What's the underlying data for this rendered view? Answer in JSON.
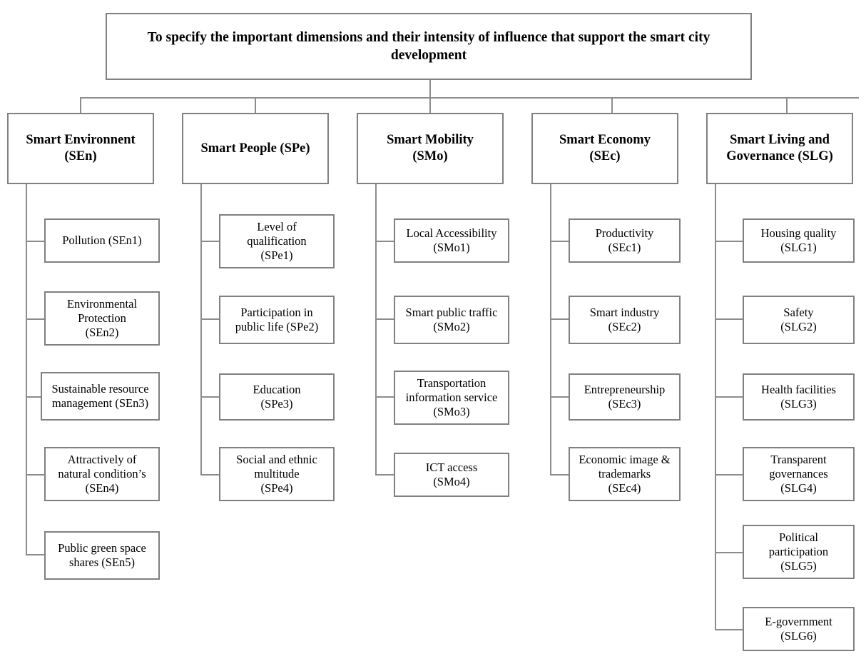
{
  "diagram": {
    "title_text": "To specify the important dimensions and their intensity of influence that support the smart city development",
    "line_color": "#8c8c8c",
    "border_color": "#808080",
    "background": "#ffffff",
    "text_color": "#000000"
  },
  "root": {
    "label": "To specify the important dimensions and their intensity of influence that support the smart city development"
  },
  "categories": [
    {
      "code": "SEn",
      "label": "Smart Environnent\n(SEn)",
      "children": [
        {
          "code": "SEn1",
          "label": "Pollution (SEn1)"
        },
        {
          "code": "SEn2",
          "label": "Environmental\nProtection\n(SEn2)"
        },
        {
          "code": "SEn3",
          "label": "Sustainable resource\nmanagement (SEn3)"
        },
        {
          "code": "SEn4",
          "label": "Attractively of\nnatural condition’s\n(SEn4)"
        },
        {
          "code": "SEn5",
          "label": "Public green space\nshares (SEn5)"
        }
      ]
    },
    {
      "code": "SPe",
      "label": "Smart People (SPe)",
      "children": [
        {
          "code": "SPe1",
          "label": "Level of\nqualification\n(SPe1)"
        },
        {
          "code": "SPe2",
          "label": "Participation in\npublic life (SPe2)"
        },
        {
          "code": "SPe3",
          "label": "Education\n(SPe3)"
        },
        {
          "code": "SPe4",
          "label": "Social and ethnic\nmultitude\n(SPe4)"
        }
      ]
    },
    {
      "code": "SMo",
      "label": "Smart Mobility\n(SMo)",
      "children": [
        {
          "code": "SMo1",
          "label": "Local Accessibility\n(SMo1)"
        },
        {
          "code": "SMo2",
          "label": "Smart public traffic\n(SMo2)"
        },
        {
          "code": "SMo3",
          "label": "Transportation\ninformation service\n(SMo3)"
        },
        {
          "code": "SMo4",
          "label": "ICT access\n(SMo4)"
        }
      ]
    },
    {
      "code": "SEc",
      "label": "Smart Economy\n(SEc)",
      "children": [
        {
          "code": "SEc1",
          "label": "Productivity\n(SEc1)"
        },
        {
          "code": "SEc2",
          "label": "Smart industry\n(SEc2)"
        },
        {
          "code": "SEc3",
          "label": "Entrepreneurship\n(SEc3)"
        },
        {
          "code": "SEc4",
          "label": "Economic image &\ntrademarks\n(SEc4)"
        }
      ]
    },
    {
      "code": "SLG",
      "label": "Smart Living and\nGovernance (SLG)",
      "children": [
        {
          "code": "SLG1",
          "label": "Housing quality\n(SLG1)"
        },
        {
          "code": "SLG2",
          "label": "Safety\n(SLG2)"
        },
        {
          "code": "SLG3",
          "label": "Health facilities\n(SLG3)"
        },
        {
          "code": "SLG4",
          "label": "Transparent\ngovernances\n(SLG4)"
        },
        {
          "code": "SLG5",
          "label": "Political\nparticipation\n(SLG5)"
        },
        {
          "code": "SLG6",
          "label": "E-government\n(SLG6)"
        }
      ]
    }
  ]
}
